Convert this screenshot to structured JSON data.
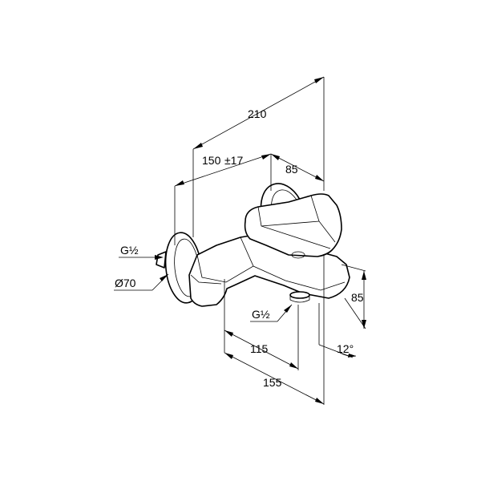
{
  "dimensions": {
    "overall_length": "210",
    "wall_to_outlet": "150",
    "wall_to_outlet_tolerance": "±17",
    "lever_width": "85",
    "body_height": "85",
    "inlet_thread": "G½",
    "rosette_diameter": "Ø70",
    "outlet_thread": "G½",
    "outlet_offset_short": "115",
    "outlet_offset_long": "155",
    "spout_angle": "12°"
  }
}
